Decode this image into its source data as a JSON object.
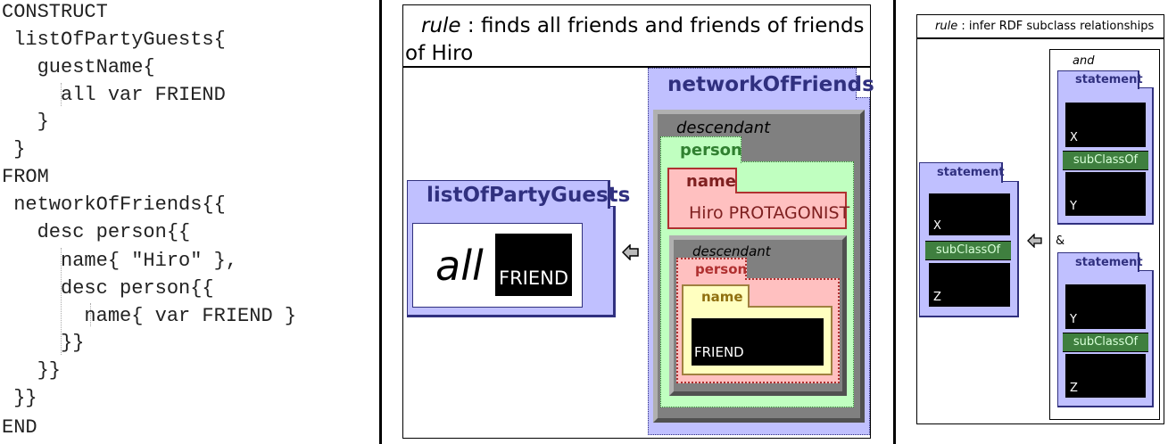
{
  "code": {
    "lines": [
      "CONSTRUCT",
      " listOfPartyGuests{",
      "   guestName{",
      "     all var FRIEND",
      "   }",
      " }",
      "FROM",
      " networkOfFriends{{",
      "   desc person{{",
      "     name{ \"Hiro\" },",
      "     desc person{{",
      "       name{ var FRIEND }",
      "     }}",
      "   }}",
      " }}",
      "END"
    ]
  },
  "middle": {
    "rule_keyword": "rule",
    "rule_text": " : finds all friends and friends of friends of Hiro",
    "construct_label": "listOfPartyGuests",
    "all_label": "all",
    "friend_label": "FRIEND",
    "network_label": "networkOfFriends",
    "descendant_label": "descendant",
    "person_label": "person",
    "name_label": "name",
    "hiro_value": "Hiro PROTAGONIST",
    "inner_descendant_label": "descendant",
    "inner_person_label": "person",
    "inner_name_label": "name",
    "inner_friend_label": "FRIEND"
  },
  "right": {
    "rule_keyword": "rule",
    "rule_text": " : infer RDF subclass relationships",
    "and_label": "and",
    "amp_label": "&",
    "statement_label": "statement",
    "subclassof_label": "subClassOf",
    "left_statement": {
      "subject": "X",
      "object": "Z"
    },
    "top_statement": {
      "subject": "X",
      "object": "Y"
    },
    "bottom_statement": {
      "subject": "Y",
      "object": "Z"
    }
  },
  "colors": {
    "lavender": "#c0c0ff",
    "lavender_border": "#30307f",
    "green": "#c0ffc0",
    "pink": "#ffc0c0",
    "yellow": "#ffffc0",
    "gray": "#808080",
    "subclass_green": "#3f7f3f"
  }
}
